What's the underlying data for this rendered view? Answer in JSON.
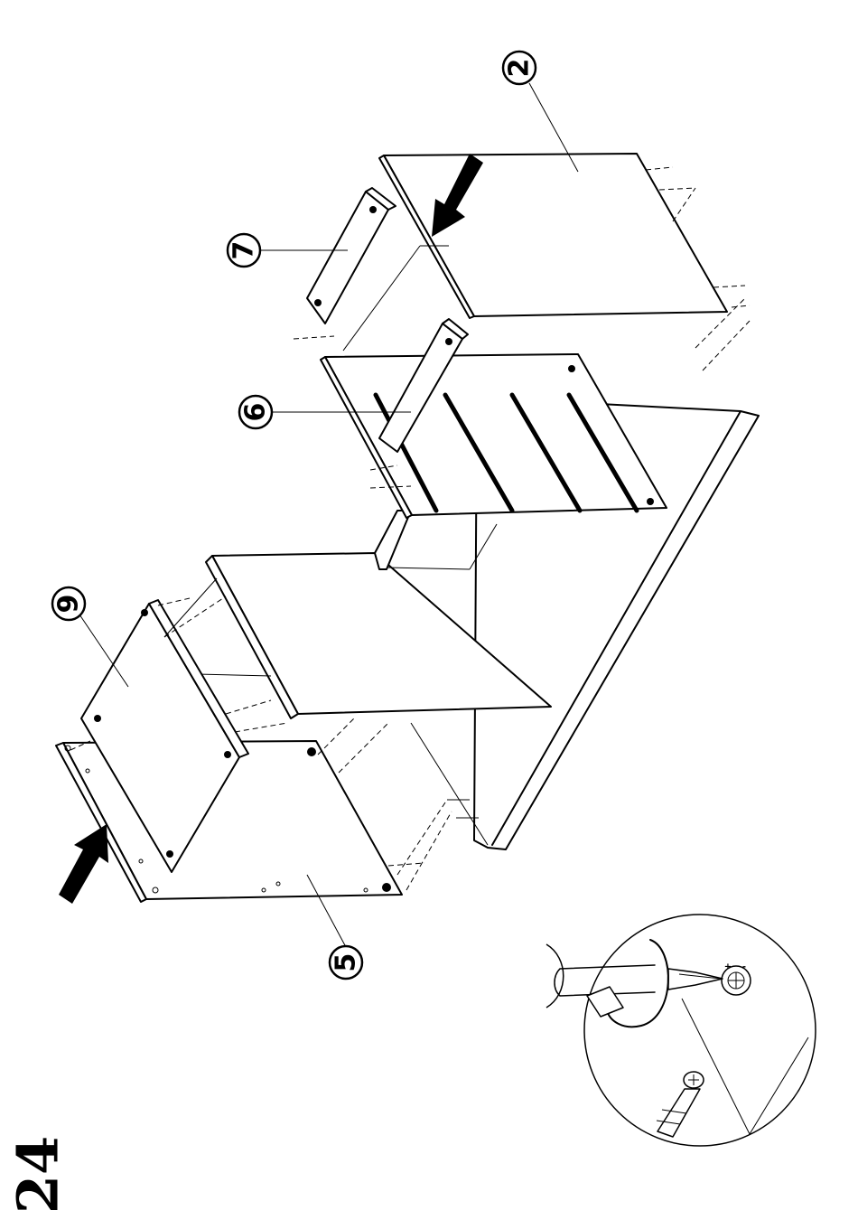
{
  "step_number": "24",
  "part_labels": {
    "part_2": "2",
    "part_5": "5",
    "part_6": "6",
    "part_7": "7",
    "part_9": "9"
  },
  "detail_inset": {
    "tag_plus": "+",
    "tag_minus": "-"
  },
  "icons": [
    "insertion-arrow-icon",
    "screwdriver-icon",
    "rotation-arrow-icon",
    "cam-lock-icon"
  ],
  "colors": {
    "line": "#000000",
    "background": "#ffffff"
  }
}
